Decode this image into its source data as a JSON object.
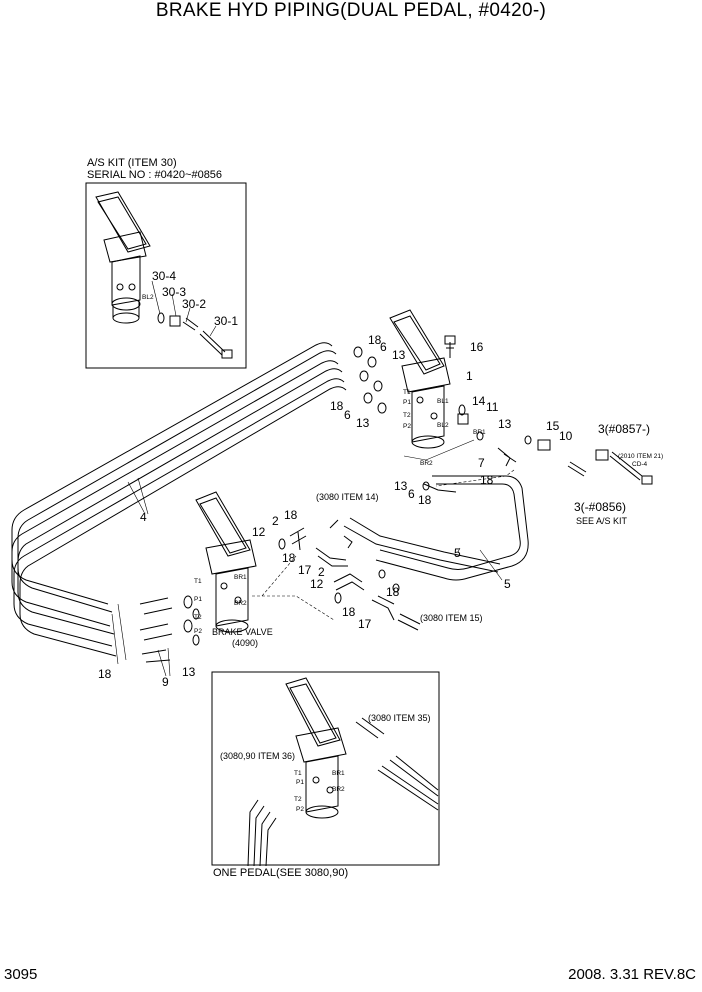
{
  "title": "BRAKE HYD PIPING(DUAL PEDAL, #0420-)",
  "footer": {
    "page_number": "3095",
    "date_rev": "2008. 3.31  REV.8C"
  },
  "inset_as_kit": {
    "heading_line1": "A/S KIT (ITEM 30)",
    "heading_line2": "SERIAL NO : #0420~#0856",
    "callouts": [
      "30-4",
      "30-3",
      "30-2",
      "30-1"
    ],
    "port_label": "BL2"
  },
  "inset_one_pedal": {
    "caption": "ONE PEDAL(SEE 3080,90)",
    "ref_item35": "(3080 ITEM 35)",
    "ref_item36": "(3080,90 ITEM 36)",
    "ports": [
      "T1",
      "P1",
      "T2",
      "P2",
      "BR1",
      "BR2"
    ]
  },
  "main": {
    "brake_valve_label_1": "BRAKE VALVE",
    "brake_valve_label_2": "(4090)",
    "ref_item14": "(3080 ITEM 14)",
    "ref_item15": "(3080 ITEM 15)",
    "ref_2010": "(2010 ITEM 21)",
    "ref_cd4": "CD-4",
    "see_as_kit": "SEE A/S KIT",
    "item3_new": "3(#0857-)",
    "item3_old": "3(-#0856)",
    "upper_ports": [
      "T1",
      "P1",
      "BL1",
      "T2",
      "BL2",
      "P2",
      "BR1",
      "BR2"
    ],
    "lower_ports": [
      "T1",
      "BR1",
      "P1",
      "T2",
      "BR2",
      "P2"
    ],
    "callouts": {
      "c1": "1",
      "c16": "16",
      "c18a": "18",
      "c6a": "6",
      "c13a": "13",
      "c18b": "18",
      "c6b": "6",
      "c13b": "13",
      "c14": "14",
      "c11": "11",
      "c13c": "13",
      "c15": "15",
      "c10": "10",
      "c7": "7",
      "c18c": "18",
      "c13d": "13",
      "c6c": "6",
      "c18d": "18",
      "c4": "4",
      "c5a": "5",
      "c5b": "5",
      "c12a": "12",
      "c2a": "2",
      "c18e": "18",
      "c18f": "18",
      "c17a": "17",
      "c2b": "2",
      "c12b": "12",
      "c18g": "18",
      "c18h": "18",
      "c17b": "17",
      "c18i": "18",
      "c13e": "13",
      "c9": "9"
    }
  }
}
